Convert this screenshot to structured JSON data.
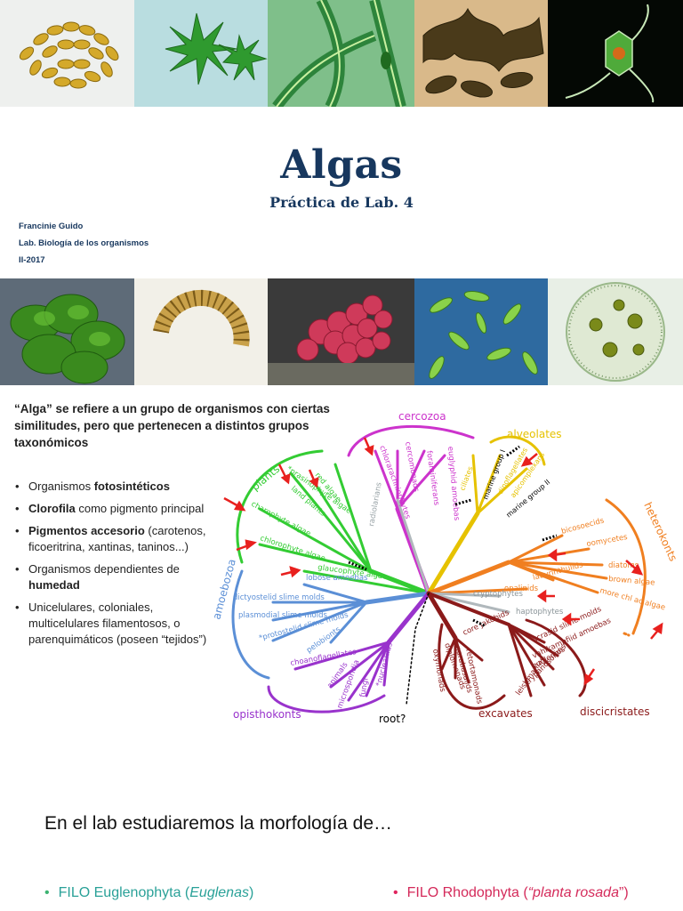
{
  "top_photos": [
    {
      "subject": "diatom-colony"
    },
    {
      "subject": "green-desmid"
    },
    {
      "subject": "filamentous-green-alga"
    },
    {
      "subject": "brown-seaweed"
    },
    {
      "subject": "dinoflagellate"
    }
  ],
  "mid_photos": [
    {
      "subject": "green-sea-lettuce"
    },
    {
      "subject": "diatom-ring-colony"
    },
    {
      "subject": "red-seaweed"
    },
    {
      "subject": "euglenoids"
    },
    {
      "subject": "volvox-colony"
    }
  ],
  "header": {
    "title": "Algas",
    "subtitle": "Práctica de Lab. 4"
  },
  "author": {
    "name": "Francinie Guido",
    "course": "Lab. Biología de los organismos",
    "term": "II-2017"
  },
  "intro": "“Alga” se refiere a un  grupo de organismos con ciertas similitudes, pero que pertenecen a distintos grupos taxonómicos",
  "bullets": [
    {
      "pre": "Organismos ",
      "bold": "fotosintéticos",
      "post": ""
    },
    {
      "pre": "",
      "bold": "Clorofila",
      "post": " como pigmento principal"
    },
    {
      "pre": "",
      "bold": "Pigmentos accesorio",
      "post": " (carotenos, ficoeritrina, xantinas, taninos...)"
    },
    {
      "pre": "Organismos dependientes de ",
      "bold": "humedad",
      "post": ""
    },
    {
      "pre": "Unicelulares, coloniales, multicelulares filamentosos, o parenquimáticos (poseen “tejidos”)",
      "bold": "",
      "post": ""
    }
  ],
  "tree": {
    "groups": [
      {
        "name": "plants",
        "color": "#33cc33"
      },
      {
        "name": "cercozoa",
        "color": "#cc33cc"
      },
      {
        "name": "alveolates",
        "color": "#e6c200"
      },
      {
        "name": "heterokonts",
        "color": "#f07f20"
      },
      {
        "name": "amoebozoa",
        "color": "#5b8fd6"
      },
      {
        "name": "opisthokonts",
        "color": "#9933cc"
      },
      {
        "name": "excavates",
        "color": "#8b1a1a"
      },
      {
        "name": "discicristates",
        "color": "#8b1a1a"
      }
    ],
    "root_label": "root?",
    "leaves": {
      "plants": [
        "red algae",
        "land plants",
        "*prasinophyte algae",
        "charophyte algae",
        "chlorophyte algae",
        "glaucophyte algae"
      ],
      "cercozoa": [
        "radiolarians",
        "chlorarachniophytes",
        "cercomonads",
        "foraminiferans",
        "euglyphid amoebas"
      ],
      "alveolates": [
        "ciliates",
        "marine group I",
        "dinoflagellates",
        "apicomplexans",
        "marine group II"
      ],
      "heterokonts": [
        "bicosoecids",
        "oomycetes",
        "diatoms",
        "brown algae",
        "more chl ac algae",
        "labyrinthulids",
        "opalinids"
      ],
      "middle": [
        "cryptophytes",
        "haptophytes"
      ],
      "amoebozoa": [
        "lobose amoebas",
        "dictyostelid slime molds",
        "plasmodial slime molds",
        "*protostelid slime molds",
        "pelobionts"
      ],
      "opisthokonts": [
        "choanoflagellates",
        "animals",
        "microsporidia",
        "fungi",
        "*nucleariids"
      ],
      "excavates": [
        "core jakobids",
        "diplomonads",
        "parabasalids",
        "retortamonads",
        "oxymonads"
      ],
      "discicristates": [
        "acrasid slime molds",
        "vahlkampfiid amoebas",
        "euglenids",
        "trypanosomes",
        "leishmanias"
      ]
    }
  },
  "section_heading": "En el lab estudiaremos la morfología de…",
  "filos": [
    {
      "prefix": "FILO Euglenophyta (",
      "italic": "Euglenas",
      "suffix": ")",
      "bullet_color": "#3cb371",
      "text_color": "#2aa198"
    },
    {
      "prefix": "FILO Rhodophyta (",
      "italic": "“planta rosada",
      "suffix": "”)",
      "bullet_color": "#e0245e",
      "text_color": "#d42a5a"
    }
  ],
  "colors": {
    "title": "#17375e",
    "arrow": "#e8201e"
  }
}
